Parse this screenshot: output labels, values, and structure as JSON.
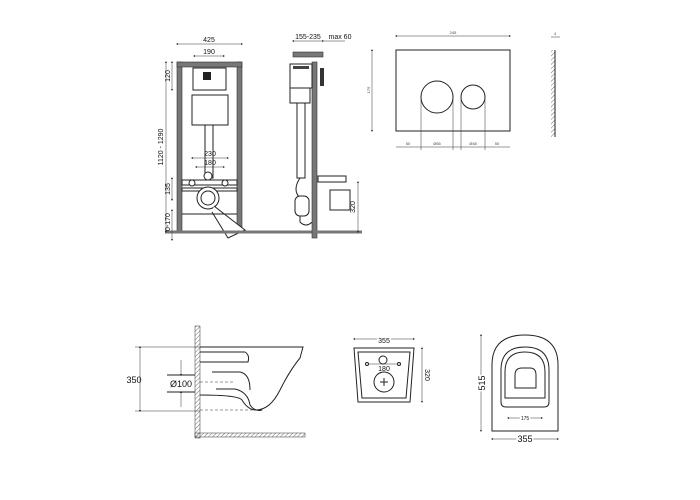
{
  "installation_frame": {
    "front_view": {
      "width": "425",
      "panel_width": "190",
      "panel_height": "120",
      "total_height": "1120 - 1290",
      "bolt_spacing_outer": "230",
      "bolt_spacing_inner": "180",
      "outlet_height": "135",
      "adjustment": "0-170"
    },
    "side_view": {
      "depth": "155-235",
      "max_wall": "max 60",
      "outlet_height": "320"
    }
  },
  "flush_plate": {
    "width": "245",
    "height": "175",
    "thickness": "4",
    "margin_left": "50",
    "button_large": "Ø65",
    "button_small": "Ø48",
    "margin_right": "50"
  },
  "toilet_bowl": {
    "side_view": {
      "height": "350",
      "outlet_diameter": "Ø100"
    },
    "back_view": {
      "width": "355",
      "height": "320",
      "bolt_spacing": "180"
    },
    "top_view": {
      "length": "515",
      "bolt_spacing": "175",
      "width": "355"
    }
  }
}
